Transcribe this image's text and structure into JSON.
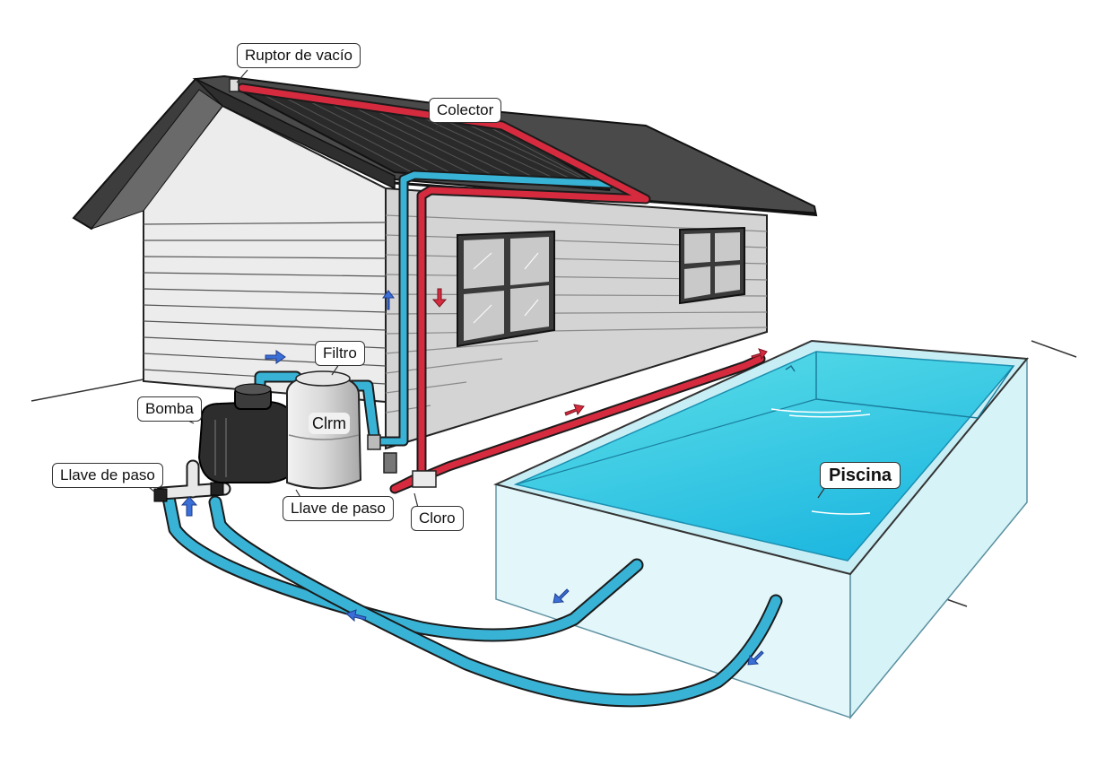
{
  "labels": {
    "vacuum_breaker": "Ruptor de vacío",
    "collector": "Colector",
    "filter": "Filtro",
    "pump": "Bomba",
    "chlorinator_text": "Clrm",
    "valve_left": "Llave de paso",
    "valve_right": "Llave de paso",
    "chlorine": "Cloro",
    "pool": "Piscina"
  },
  "colors": {
    "cold_pipe": "#38b3d6",
    "hot_pipe": "#d62b3f",
    "flow_arrow": "#3a6fd8",
    "roof": "#4a4a4a",
    "siding": "#d9d9d9",
    "pool_water": "#2ec7e0",
    "collector_panel": "#2a2a2a"
  }
}
